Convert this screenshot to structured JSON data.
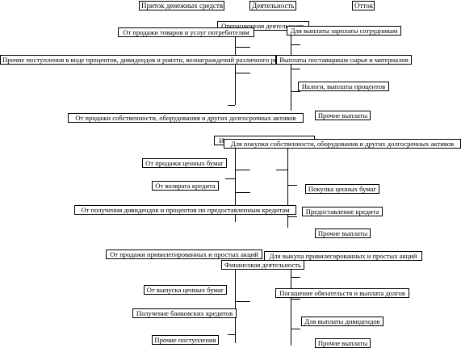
{
  "headers": {
    "inflow": "Приток денежных средств",
    "activity": "Деятельность",
    "outflow": "Отток"
  },
  "operating": {
    "title": "Операционная  деятельность",
    "inflows": [
      "От продажи товаров и услуг потребителям",
      "Прочие поступления  в виде процентов, дивидендов и роялти, вознаграждений различного рода",
      "От продажи собственности, оборудования и других долгосрочных активов"
    ],
    "outflows": [
      "Для выплаты зарплаты сотрудникам",
      "Выплаты поставщикам сырья и материалов",
      "Налоги, выплаты процентов",
      "Прочие выплаты"
    ]
  },
  "investing": {
    "title": "Инвестиционная деятельность",
    "inflows": [
      "От продажи ценных бумаг",
      "От возврата кредита",
      "От получения дивидендов и процентов по предоставленным кредитам"
    ],
    "outflows": [
      "Для покупки собственности, оборудования и других долгосрочных активов",
      "Покупка ценных бумаг",
      "Предоставление кредита",
      "Прочие выплаты"
    ]
  },
  "financing": {
    "title": "Финансовая деятельность",
    "inflows": [
      "От продажи привилегированных и простых акций",
      "От выпуска ценных бумаг",
      "Получение банковских кредитов",
      "Прочие поступления"
    ],
    "outflows": [
      "Для выкупа привилегированных и простых акций",
      "Погашение обязательств и выплата долгов",
      "Для выплаты дивидендов",
      "Прочие выплаты"
    ]
  }
}
